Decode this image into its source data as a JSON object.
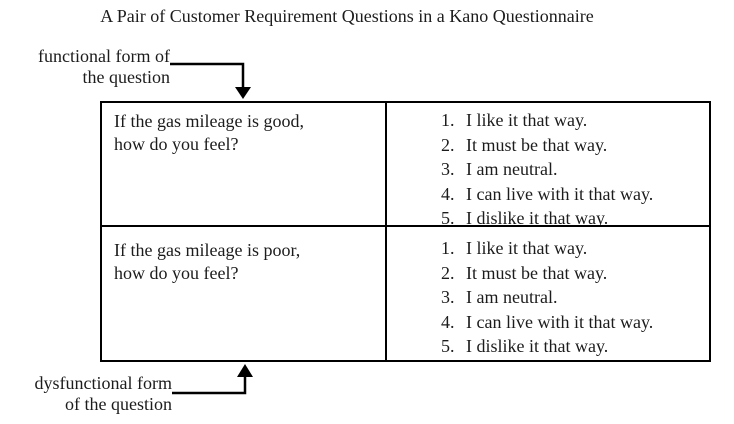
{
  "title": "A Pair of Customer Requirement Questions in a Kano Questionnaire",
  "labels": {
    "functional": [
      "functional form of",
      "the question"
    ],
    "dysfunctional": [
      "dysfunctional form",
      "of the question"
    ]
  },
  "table": {
    "rows": [
      {
        "question": [
          "If the gas mileage is good,",
          "how do you feel?"
        ],
        "options": [
          {
            "num": "1.",
            "text": "I like it that way."
          },
          {
            "num": "2.",
            "text": "It must be that way."
          },
          {
            "num": "3.",
            "text": "I am neutral."
          },
          {
            "num": "4.",
            "text": "I can live with it that way."
          },
          {
            "num": "5.",
            "text": "I dislike it that way."
          }
        ]
      },
      {
        "question": [
          "If the gas mileage is poor,",
          "how do you feel?"
        ],
        "options": [
          {
            "num": "1.",
            "text": "I like it that way."
          },
          {
            "num": "2.",
            "text": "It must be that way."
          },
          {
            "num": "3.",
            "text": "I am neutral."
          },
          {
            "num": "4.",
            "text": "I can live with it that way."
          },
          {
            "num": "5.",
            "text": "I dislike it that way."
          }
        ]
      }
    ]
  },
  "colors": {
    "background": "#ffffff",
    "text": "#1c1c1c",
    "line": "#000000"
  }
}
